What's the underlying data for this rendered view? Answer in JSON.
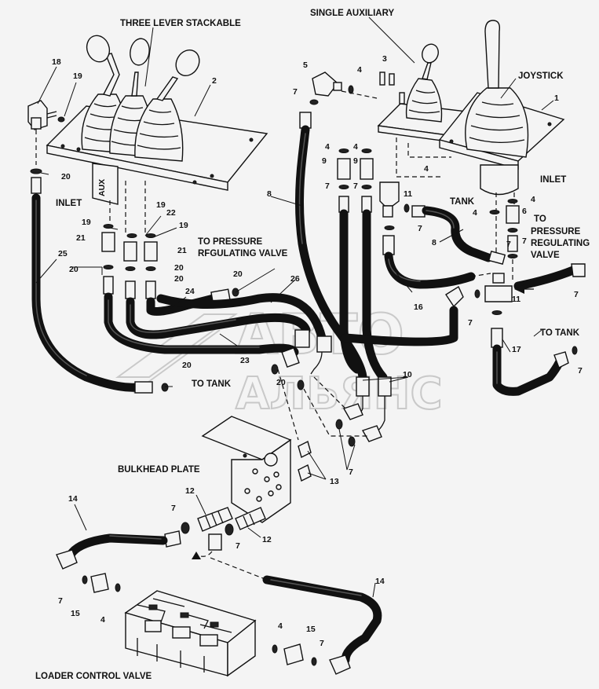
{
  "labels": {
    "three_lever": "THREE LEVER STACKABLE",
    "single_aux": "SINGLE AUXILIARY",
    "joystick": "JOYSTICK",
    "inlet_left": "INLET",
    "inlet_right": "INLET",
    "tank_right": "TANK",
    "to_pressure_left_1": "TO PRESSURE",
    "to_pressure_left_2": "RFGULATING VALVE",
    "to_pressure_right_1": "TO",
    "to_pressure_right_2": "PRESSURE",
    "to_pressure_right_3": "REGULATING",
    "to_pressure_right_4": "VALVE",
    "to_tank_left": "TO TANK",
    "to_tank_right": "TO TANK",
    "bulkhead_plate": "BULKHEAD PLATE",
    "loader_control_valve": "LOADER CONTROL VALVE",
    "aux": "AUX"
  },
  "watermark": {
    "line1": "АВТО",
    "line2": "АЛЬЯНС"
  },
  "callouts": [
    {
      "id": "c18",
      "text": "18"
    },
    {
      "id": "c19a",
      "text": "19"
    },
    {
      "id": "c2",
      "text": "2"
    },
    {
      "id": "c20a",
      "text": "20"
    },
    {
      "id": "c19b",
      "text": "19"
    },
    {
      "id": "c19c",
      "text": "19"
    },
    {
      "id": "c22",
      "text": "22"
    },
    {
      "id": "c19d",
      "text": "19"
    },
    {
      "id": "c21a",
      "text": "21"
    },
    {
      "id": "c21b",
      "text": "21"
    },
    {
      "id": "c20b",
      "text": "20"
    },
    {
      "id": "c20c",
      "text": "20"
    },
    {
      "id": "c20d",
      "text": "20"
    },
    {
      "id": "c25",
      "text": "25"
    },
    {
      "id": "c24",
      "text": "24"
    },
    {
      "id": "c20e",
      "text": "20"
    },
    {
      "id": "c26",
      "text": "26"
    },
    {
      "id": "c23",
      "text": "23"
    },
    {
      "id": "c20f",
      "text": "20"
    },
    {
      "id": "c5",
      "text": "5"
    },
    {
      "id": "c4a",
      "text": "4"
    },
    {
      "id": "c3",
      "text": "3"
    },
    {
      "id": "c7a",
      "text": "7"
    },
    {
      "id": "c1",
      "text": "1"
    },
    {
      "id": "c4b",
      "text": "4"
    },
    {
      "id": "c4c",
      "text": "4"
    },
    {
      "id": "c9a",
      "text": "9"
    },
    {
      "id": "c9b",
      "text": "9"
    },
    {
      "id": "c4d",
      "text": "4"
    },
    {
      "id": "c7b",
      "text": "7"
    },
    {
      "id": "c7c",
      "text": "7"
    },
    {
      "id": "c11a",
      "text": "11"
    },
    {
      "id": "c8a",
      "text": "8"
    },
    {
      "id": "c4e",
      "text": "4"
    },
    {
      "id": "c4f",
      "text": "4"
    },
    {
      "id": "c6",
      "text": "6"
    },
    {
      "id": "c7d",
      "text": "7"
    },
    {
      "id": "c7e",
      "text": "7"
    },
    {
      "id": "c8b",
      "text": "8"
    },
    {
      "id": "c7f",
      "text": "7"
    },
    {
      "id": "c16",
      "text": "16"
    },
    {
      "id": "c11b",
      "text": "11"
    },
    {
      "id": "c7g",
      "text": "7"
    },
    {
      "id": "c7h",
      "text": "7"
    },
    {
      "id": "c17",
      "text": "17"
    },
    {
      "id": "c7i",
      "text": "7"
    },
    {
      "id": "c20g",
      "text": "20"
    },
    {
      "id": "c10",
      "text": "10"
    },
    {
      "id": "c7j",
      "text": "7"
    },
    {
      "id": "c13",
      "text": "13"
    },
    {
      "id": "c14a",
      "text": "14"
    },
    {
      "id": "c12a",
      "text": "12"
    },
    {
      "id": "c7k",
      "text": "7"
    },
    {
      "id": "c7l",
      "text": "7"
    },
    {
      "id": "c12b",
      "text": "12"
    },
    {
      "id": "c14b",
      "text": "14"
    },
    {
      "id": "c7m",
      "text": "7"
    },
    {
      "id": "c15a",
      "text": "15"
    },
    {
      "id": "c4g",
      "text": "4"
    },
    {
      "id": "c4h",
      "text": "4"
    },
    {
      "id": "c15b",
      "text": "15"
    },
    {
      "id": "c7n",
      "text": "7"
    }
  ]
}
